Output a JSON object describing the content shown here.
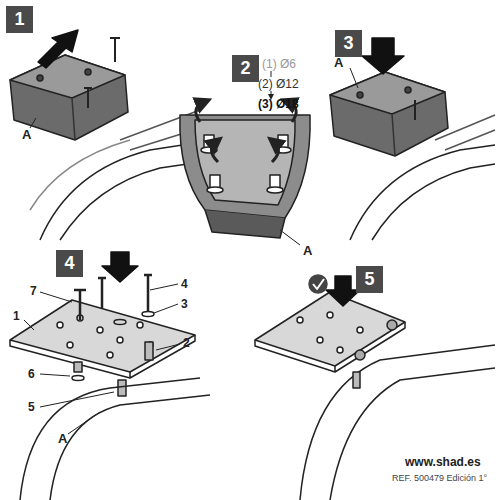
{
  "diagram": {
    "nodes": [
      {
        "text": [
          "1"
        ]
      },
      {
        "text": [
          "2"
        ]
      },
      {
        "text": [
          "3"
        ]
      },
      {
        "text": [
          "4"
        ]
      },
      {
        "text": [
          "5"
        ]
      }
    ],
    "labels": [
      "A",
      "(1) Ø6",
      "(2) Ø12",
      "(3) Ø18",
      "A",
      "A",
      "7",
      "4",
      "3",
      "1",
      "2",
      "6",
      "5",
      "A",
      "www.shad.es",
      "REF. 500479 Edición 1°"
    ]
  }
}
